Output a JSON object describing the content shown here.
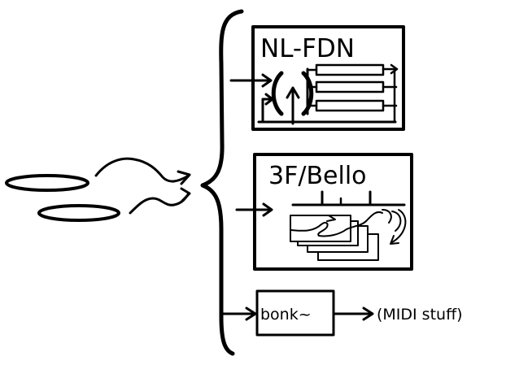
{
  "boxes": {
    "nlfdn": {
      "label": "NL-FDN"
    },
    "bello": {
      "label": "3F/Bello"
    },
    "bonk": {
      "label": "bonk~"
    }
  },
  "output_label": "(MIDI stuff)",
  "colors": {
    "ink": "#000000",
    "background": "#ffffff"
  }
}
